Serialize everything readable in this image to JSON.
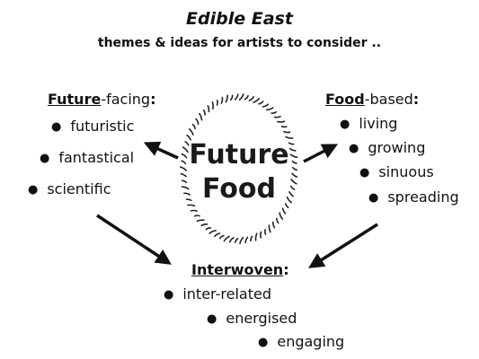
{
  "title": "Edible East",
  "subtitle": "themes & ideas for artists to consider ..",
  "center": {
    "line1": "Future",
    "line2": "Food"
  },
  "left_group": {
    "heading_key": "Future",
    "heading_rest": "-facing",
    "colon": ":",
    "items": [
      "futuristic",
      "fantastical",
      "scientific"
    ]
  },
  "right_group": {
    "heading_key": "Food",
    "heading_rest": "-based",
    "colon": ":",
    "items": [
      "living",
      "growing",
      "sinuous",
      "spreading"
    ]
  },
  "bottom_group": {
    "heading_key": "Interwoven",
    "colon": ":",
    "items": [
      "inter-related",
      "energised",
      "engaging"
    ]
  },
  "bullet_char": "●",
  "colors": {
    "ink": "#111111",
    "background": "#ffffff"
  }
}
